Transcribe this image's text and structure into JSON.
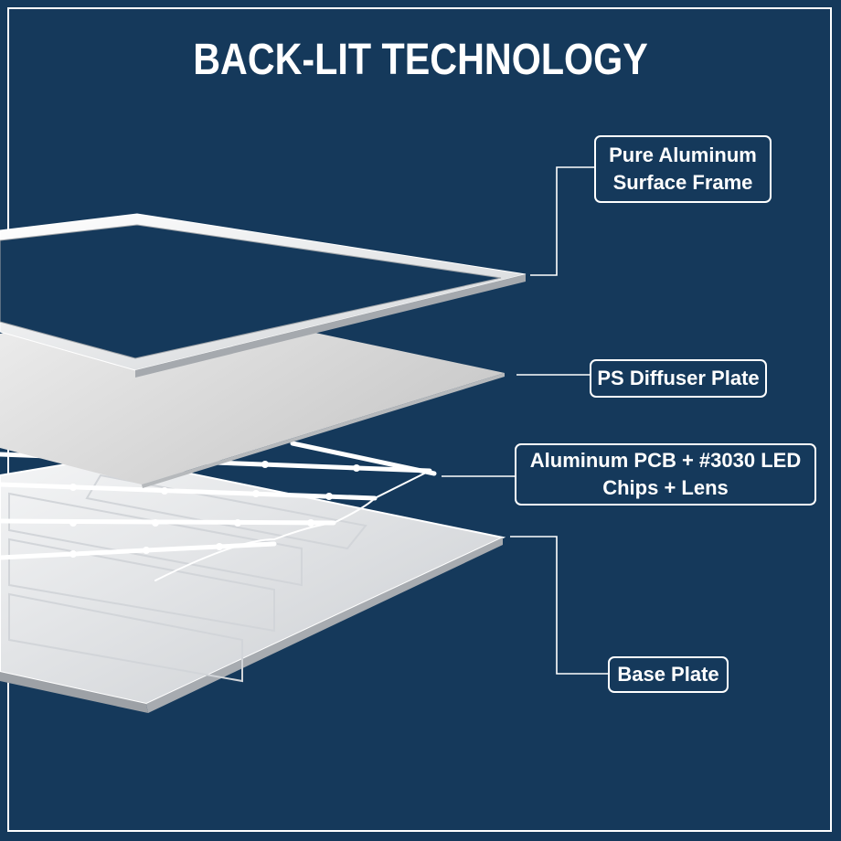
{
  "title": "BACK-LIT TECHNOLOGY",
  "labels": {
    "frame": [
      "Pure Aluminum",
      "Surface Frame"
    ],
    "diffuser": [
      "PS Diffuser Plate"
    ],
    "pcb": [
      "Aluminum PCB + #3030 LED",
      "Chips + Lens"
    ],
    "base": [
      "Base Plate"
    ]
  },
  "colors": {
    "background": "#15395b",
    "text": "#ffffff",
    "panel": "#e6e8ea"
  }
}
